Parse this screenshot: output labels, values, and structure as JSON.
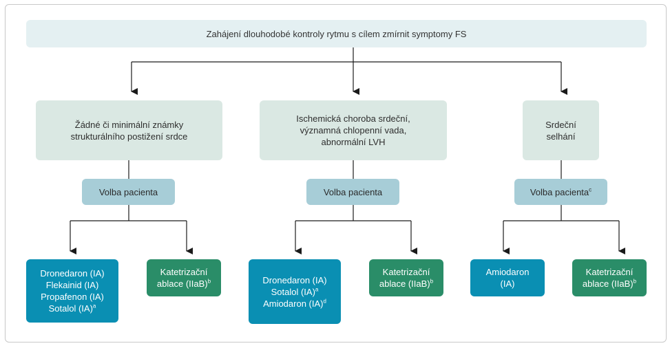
{
  "title": "Zahájení dlouhodobé kontroly rytmu s cílem zmírnit symptomy FS",
  "branches": [
    {
      "category": [
        "Žádné či minimální známky",
        "strukturálního postižení srdce"
      ],
      "choice": {
        "label": "Volba pacienta",
        "sup": ""
      },
      "drugs": [
        {
          "text": "Dronedaron (IA)",
          "sup": ""
        },
        {
          "text": "Flekainid (IA)",
          "sup": ""
        },
        {
          "text": "Propafenon (IA)",
          "sup": ""
        },
        {
          "text": "Sotalol (IA)",
          "sup": "a"
        }
      ],
      "ablation": [
        {
          "text": "Katetrizační",
          "sup": ""
        },
        {
          "text": "ablace (IIaB)",
          "sup": "b"
        }
      ]
    },
    {
      "category": [
        "Ischemická choroba srdeční,",
        "významná chlopenní vada,",
        "abnormální LVH"
      ],
      "choice": {
        "label": "Volba pacienta",
        "sup": ""
      },
      "drugs": [
        {
          "text": "Dronedaron (IA)",
          "sup": ""
        },
        {
          "text": "Sotalol (IA)",
          "sup": "a"
        },
        {
          "text": "Amiodaron (IA)",
          "sup": "d"
        }
      ],
      "ablation": [
        {
          "text": "Katetrizační",
          "sup": ""
        },
        {
          "text": "ablace (IIaB)",
          "sup": "b"
        }
      ]
    },
    {
      "category": [
        "Srdeční",
        "selhání"
      ],
      "choice": {
        "label": "Volba pacienta",
        "sup": "c"
      },
      "drugs": [
        {
          "text": "Amiodaron",
          "sup": ""
        },
        {
          "text": "(IA)",
          "sup": ""
        }
      ],
      "ablation": [
        {
          "text": "Katetrizační",
          "sup": ""
        },
        {
          "text": "ablace (IIaB)",
          "sup": "b"
        }
      ]
    }
  ],
  "colors": {
    "top_box": "#e4f0f2",
    "category_box": "#dae8e3",
    "choice_box": "#a7cdd7",
    "drug_box": "#0a8fb3",
    "ablation_box": "#2a8d68",
    "connector": "#1a1a1a"
  }
}
